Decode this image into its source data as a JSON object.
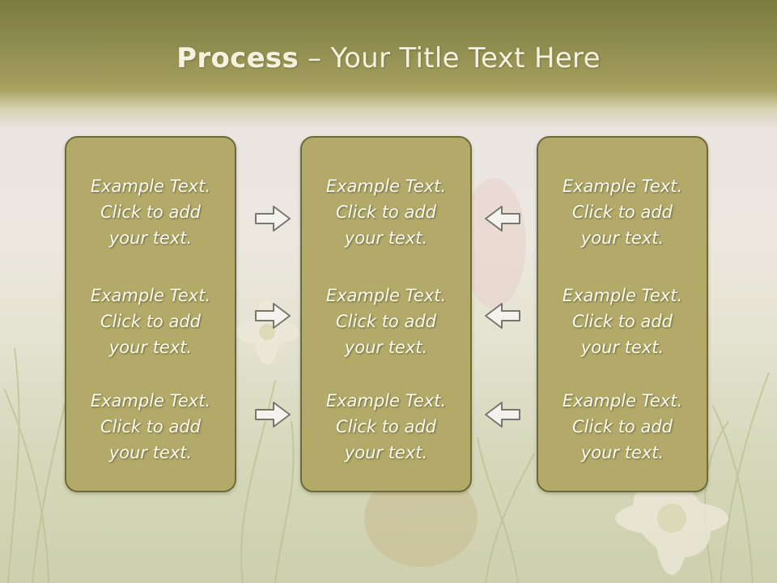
{
  "slide": {
    "title_bold": "Process",
    "title_rest": " – Your Title Text Here"
  },
  "columns": [
    {
      "cells": [
        "Example Text.\nClick  to add\nyour text.",
        "Example Text.\nClick  to add\nyour text.",
        "Example Text.\nClick  to add\nyour text."
      ]
    },
    {
      "cells": [
        "Example Text.\nClick  to add\nyour text.",
        "Example Text.\nClick  to add\nyour text.",
        "Example Text.\nClick  to add\nyour text."
      ]
    },
    {
      "cells": [
        "Example Text.\nClick  to add\nyour text.",
        "Example Text.\nClick  to add\nyour text.",
        "Example Text.\nClick  to add\nyour text."
      ]
    }
  ],
  "arrows": {
    "left": [
      "arrow-right-icon",
      "arrow-right-icon",
      "arrow-right-icon"
    ],
    "right": [
      "arrow-left-icon",
      "arrow-left-icon",
      "arrow-left-icon"
    ]
  },
  "colors": {
    "header": "#8f8c4f",
    "box_fill": "#b3aa6a",
    "box_border": "#6d6a3a",
    "text": "#fbfaf0"
  }
}
